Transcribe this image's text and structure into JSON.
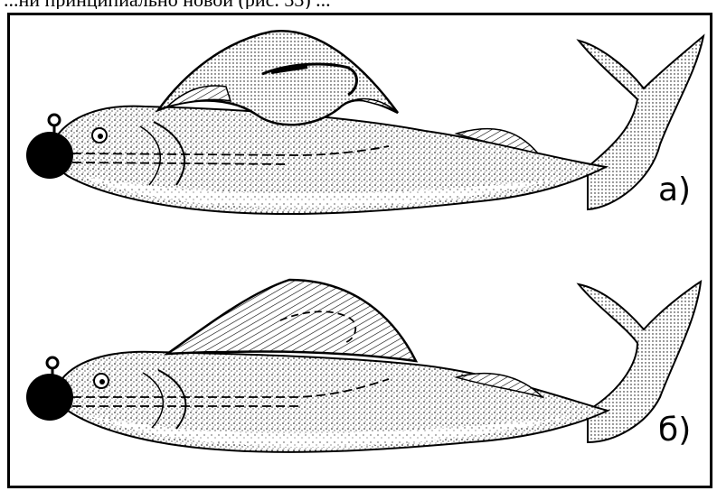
{
  "top_text": "...ни принципиально новой (рис. 33) ...",
  "labels": {
    "a": "а)",
    "b": "б)"
  },
  "colors": {
    "ink": "#000000",
    "paper": "#ffffff"
  }
}
